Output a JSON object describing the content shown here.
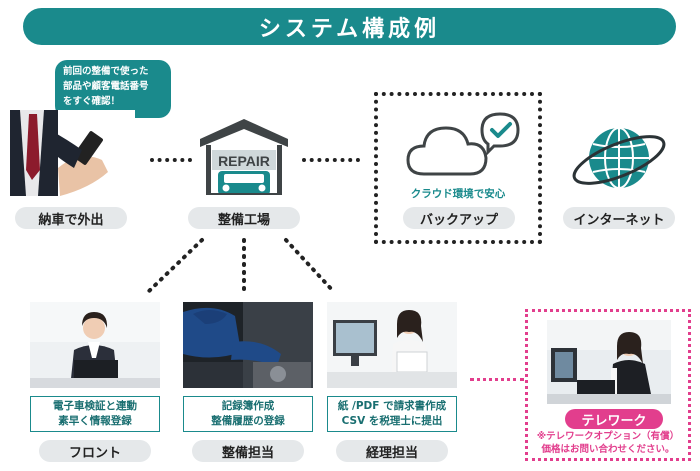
{
  "title": "システム構成例",
  "bubble": {
    "lines": [
      "前回の整備で使った",
      "部品や顧客電話番号",
      "をすぐ確認！"
    ]
  },
  "nodes": {
    "delivery": {
      "label": "納車で外出"
    },
    "garage": {
      "label": "整備工場",
      "sign": "REPAIR"
    },
    "backup": {
      "label": "バックアップ",
      "caption": "クラウド環境で安心"
    },
    "internet": {
      "label": "インターネット"
    }
  },
  "roles": [
    {
      "label": "フロント",
      "desc": [
        "電子車検証と連動",
        "素早く情報登録"
      ]
    },
    {
      "label": "整備担当",
      "desc": [
        "記録簿作成",
        "整備履歴の登録"
      ]
    },
    {
      "label": "経理担当",
      "desc": [
        "紙 /PDF で請求書作成",
        "CSV を税理士に提出"
      ]
    }
  ],
  "telework": {
    "label": "テレワーク",
    "note": [
      "※テレワークオプション（有償）",
      "価格はお問い合わせください。"
    ]
  },
  "colors": {
    "accent": "#1a8a8c",
    "pink": "#e23e8d",
    "pill": "#e5e8ea"
  }
}
